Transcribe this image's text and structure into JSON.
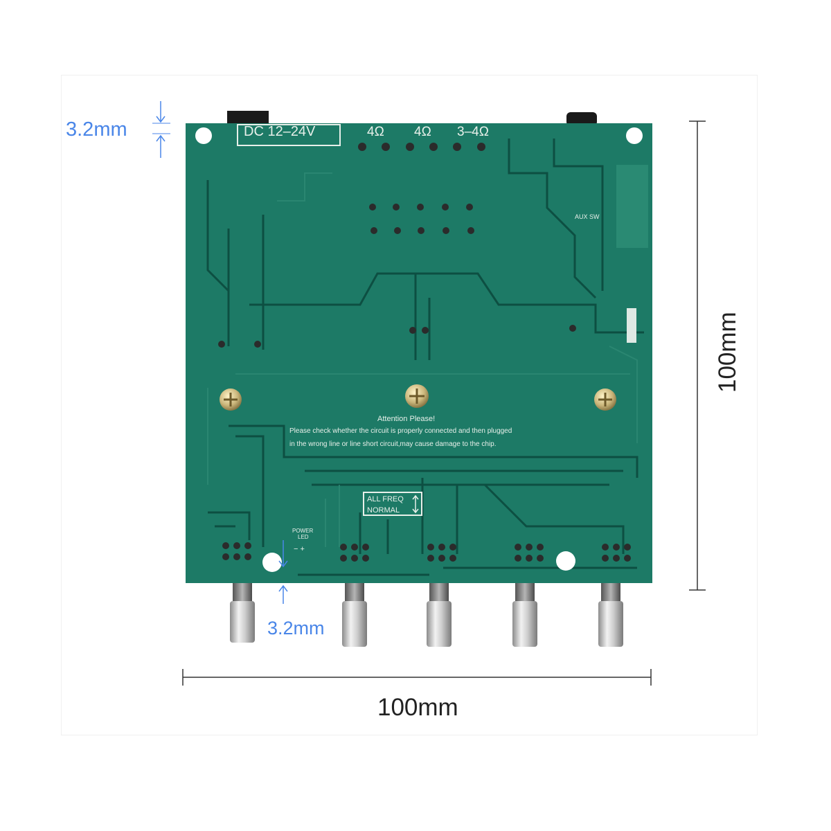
{
  "dimensions": {
    "top_gap": "3.2mm",
    "bottom_gap": "3.2mm",
    "height": "100mm",
    "width": "100mm"
  },
  "board": {
    "power_label": "DC 12–24V",
    "speaker_labels": [
      "4Ω",
      "4Ω",
      "3–4Ω"
    ],
    "aux_label": "AUX SW",
    "attention_title": "Attention Please!",
    "attention_line1": "Please check whether the circuit is properly  connected and then plugged",
    "attention_line2": "in the wrong line or line short circuit,may cause damage to the chip.",
    "freq_line1": "ALL FREQ",
    "freq_line2": "NORMAL",
    "power_led_line1": "POWER",
    "power_led_line2": "LED",
    "led_pins": "− +"
  },
  "colors": {
    "pcb": "#1d7a66",
    "dimension_blue": "#4a86e8",
    "dimension_dark": "#222222"
  }
}
